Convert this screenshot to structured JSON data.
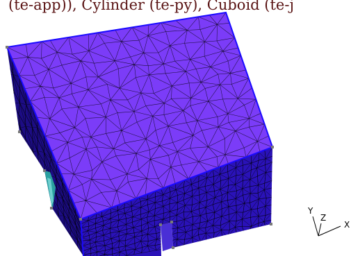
{
  "caption": {
    "text": "(te-app)), Cylinder (te-py), Cuboid (te-j"
  },
  "model": {
    "colors": {
      "top_face": "#7b3cf8",
      "side_face": "#2a12b8",
      "side_face_dark": "#1c0c84",
      "inner_wall": "#4a2fd6",
      "edge": "#1a0aff",
      "mesh_line": "#000000",
      "vertex": "#7a7a7a",
      "inner_accent": "#2aa0a0",
      "inner_accent_light": "#6ecfcf"
    }
  },
  "axes": {
    "x_label": "X",
    "y_label": "Y",
    "z_label": "Z",
    "color": "#000000"
  }
}
